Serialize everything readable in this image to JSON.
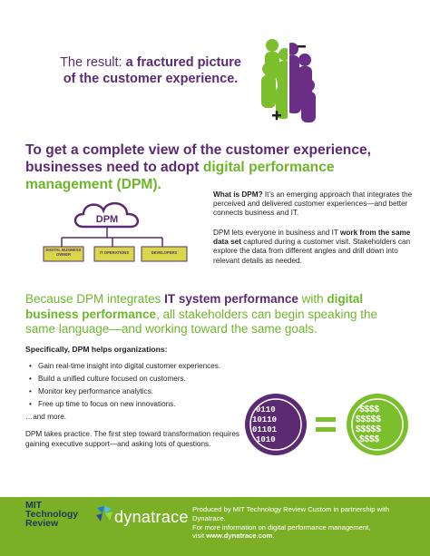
{
  "header": {
    "result_light": "The result:",
    "result_bold_1": " a fractured picture",
    "result_bold_2": "of the customer experience."
  },
  "headline": {
    "part1": "To get a complete view of the customer experience, businesses need to adopt ",
    "green": "digital performance management (DPM)."
  },
  "diagram": {
    "cloud_label": "DPM",
    "boxes": [
      "DIGITAL BUSINESS OWNER",
      "IT OPERATIONS",
      "DEVELOPERS"
    ]
  },
  "what_is": {
    "bold": "What is DPM?",
    "text": " It’s an emerging approach that integrates the perceived and delivered customer experiences—and better connects business and IT."
  },
  "lets": {
    "text1": "DPM lets everyone in business and IT ",
    "bold": "work from the same data set",
    "text2": " captured during a customer visit. Stakeholders can explore the data from different angles and drill down into relevant details as needed."
  },
  "because": {
    "t1": "Because DPM integrates ",
    "b1": "IT system performance",
    "t2": " with ",
    "b2": "digital business performance",
    "t3": ", all stakeholders can begin speaking the same language—and working toward the same goals."
  },
  "specifically": "Specifically, DPM helps organizations:",
  "bullets": [
    "Gain real-time insight into digital customer experiences.",
    "Build a unified culture focused on customers.",
    "Monitor key performance analytics.",
    "Free up time to focus on new innovations."
  ],
  "more": "…and more.",
  "practice": "DPM takes practice. The first step toward transformation requires gaining executive support—and asking lots of questions.",
  "footer": {
    "mit_lines": [
      "MIT",
      "Technology",
      "Review"
    ],
    "dynatrace": "dynatrace",
    "line1": "Produced by MIT Technology Review Custom in partnership with Dynatrace.",
    "line2": "For more information on digital performance management,",
    "line3_prefix": "visit ",
    "link": "www.dynatrace.com",
    "line3_suffix": "."
  },
  "colors": {
    "purple": "#5b2a72",
    "green": "#6fb52c",
    "lime": "#7bb026",
    "yellow_box": "#d6d84a"
  }
}
